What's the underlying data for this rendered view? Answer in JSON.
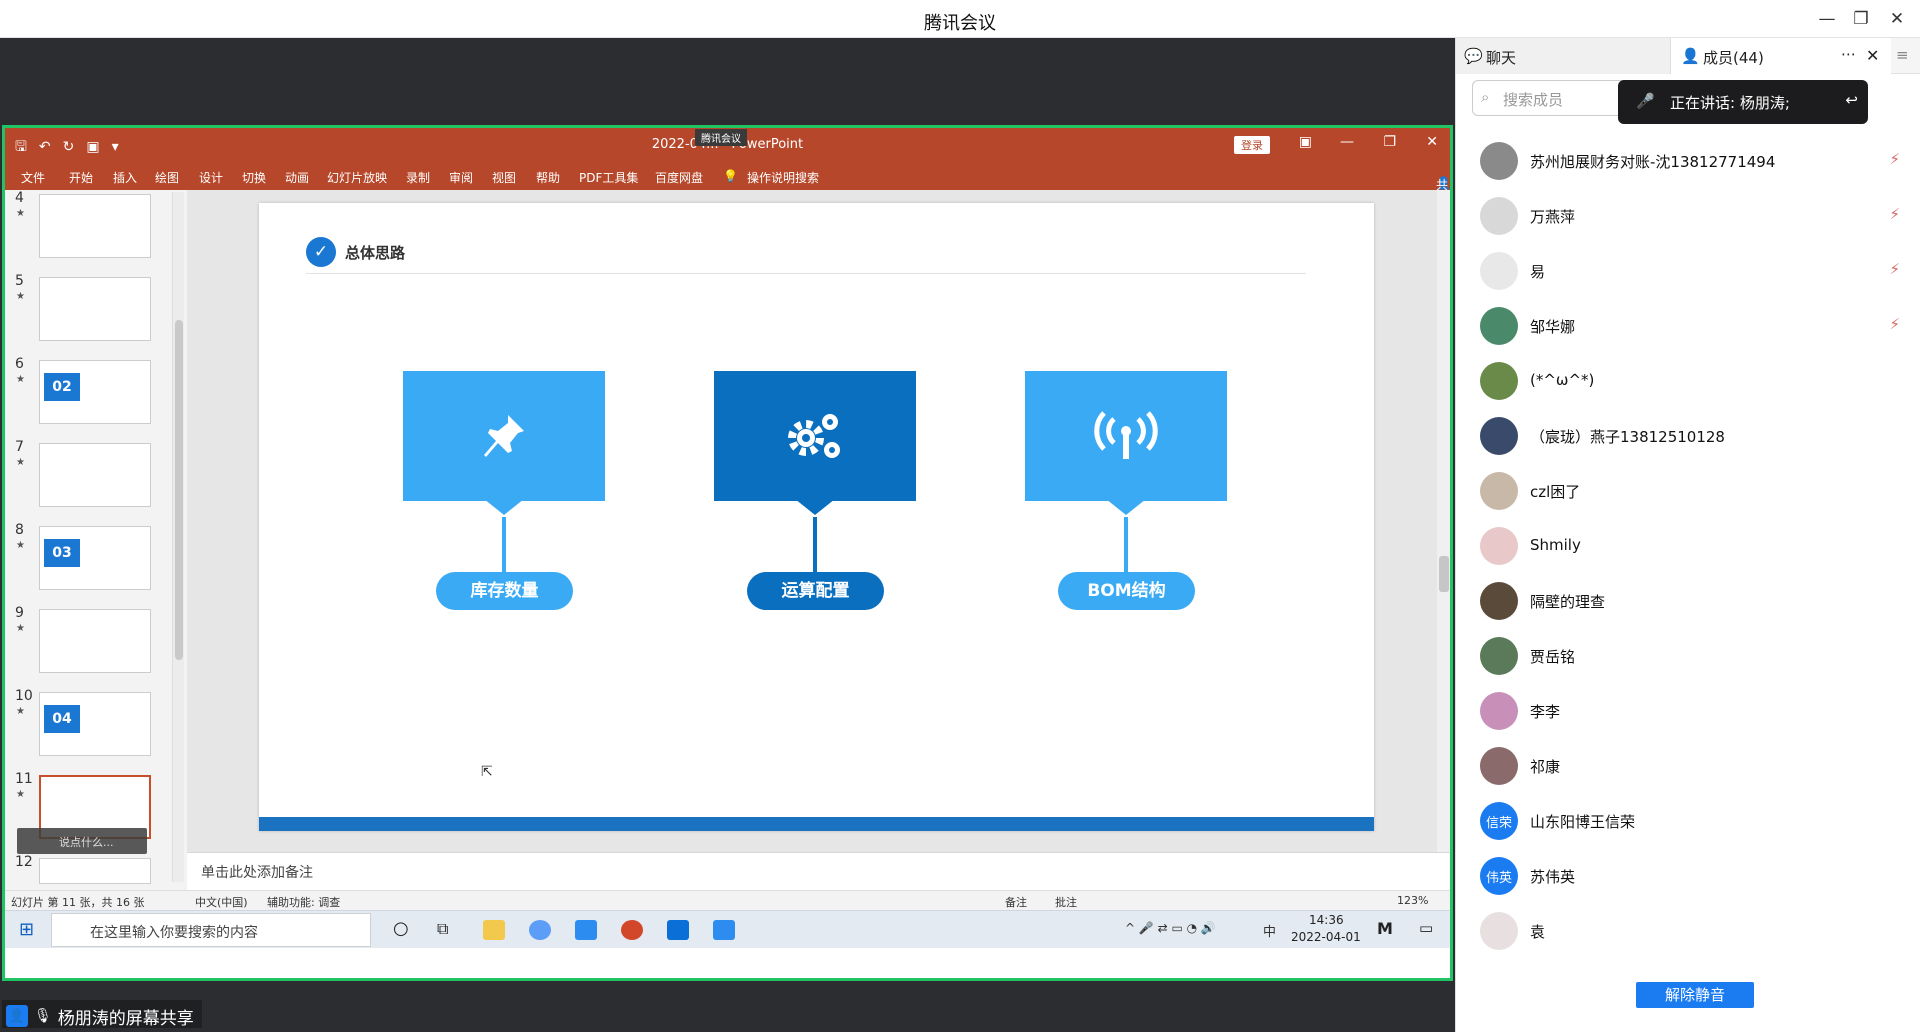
{
  "window": {
    "title": "腾讯会议",
    "minimize": "—",
    "restore": "❐",
    "close": "✕"
  },
  "ppt": {
    "doc_title": "2022-04... - PowerPoint",
    "overlay_label": "腾讯会议",
    "login": "登录",
    "share": "共享",
    "quick_icons": "🖫↶↻▣▾",
    "ribbon": [
      "文件",
      "开始",
      "插入",
      "绘图",
      "设计",
      "切换",
      "动画",
      "幻灯片放映",
      "录制",
      "审阅",
      "视图",
      "帮助",
      "PDF工具集",
      "百度网盘",
      "操作说明搜索"
    ]
  },
  "thumbnails": [
    {
      "num": "4",
      "star": "★"
    },
    {
      "num": "5",
      "star": "★"
    },
    {
      "num": "6",
      "star": "★",
      "label": "02"
    },
    {
      "num": "7",
      "star": "★"
    },
    {
      "num": "8",
      "star": "★",
      "label": "03"
    },
    {
      "num": "9",
      "star": "★"
    },
    {
      "num": "10",
      "star": "★",
      "label": "04"
    },
    {
      "num": "11",
      "star": "★"
    },
    {
      "num": "12",
      "star": ""
    }
  ],
  "chat_hint": "说点什么...",
  "slide": {
    "title": "总体思路",
    "check": "✓",
    "cards": [
      {
        "label": "库存数量",
        "icon": "pin-icon",
        "color": "#3aaaf5"
      },
      {
        "label": "运算配置",
        "icon": "gears-icon",
        "color": "#0a6fbe"
      },
      {
        "label": "BOM结构",
        "icon": "signal-icon",
        "color": "#3aaaf5"
      }
    ],
    "bar_color": "#1a72c1"
  },
  "notes": "单击此处添加备注",
  "status": {
    "slide_info": "幻灯片 第 11 张，共 16 张",
    "lang": "中文(中国)",
    "accessibility": "辅助功能: 调查",
    "notes_btn": "备注",
    "comments_btn": "批注",
    "zoom": "123%"
  },
  "taskbar": {
    "search_placeholder": "在这里输入你要搜索的内容",
    "time": "14:36",
    "date": "2022-04-01",
    "ime": "中"
  },
  "share_label": "杨朋涛的屏幕共享",
  "panel": {
    "tab_chat": "聊天",
    "tab_members": "成员(44)",
    "search_placeholder": "搜索成员",
    "speaking": "正在讲话: 杨朋涛;",
    "unmute": "解除静音",
    "members": [
      {
        "name": "苏州旭展财务对账-沈13812771494",
        "avatar_text": "",
        "color": "#8a8a8a",
        "muted": true
      },
      {
        "name": "万燕萍",
        "avatar_text": "",
        "color": "#d8d8d8",
        "muted": true
      },
      {
        "name": "易",
        "avatar_text": "",
        "color": "#e8e8e8",
        "muted": true
      },
      {
        "name": "邹华娜",
        "avatar_text": "",
        "color": "#4a8a6a",
        "muted": true
      },
      {
        "name": "(*^ω^*)",
        "avatar_text": "",
        "color": "#6a8a4a",
        "muted": false
      },
      {
        "name": "（宸珑）燕子13812510128",
        "avatar_text": "",
        "color": "#3a4a6a",
        "muted": false
      },
      {
        "name": "czl困了",
        "avatar_text": "",
        "color": "#c8b8a8",
        "muted": false
      },
      {
        "name": "Shmily",
        "avatar_text": "",
        "color": "#e8c8c8",
        "muted": false
      },
      {
        "name": "隔壁的理查",
        "avatar_text": "",
        "color": "#5a4a3a",
        "muted": false
      },
      {
        "name": "贾岳铭",
        "avatar_text": "",
        "color": "#5a7a5a",
        "muted": false
      },
      {
        "name": "李李",
        "avatar_text": "",
        "color": "#c890b8",
        "muted": false
      },
      {
        "name": "祁康",
        "avatar_text": "",
        "color": "#8a6a6a",
        "muted": false
      },
      {
        "name": "山东阳博王信荣",
        "avatar_text": "信荣",
        "color": "#1b7cf2",
        "muted": false
      },
      {
        "name": "苏伟英",
        "avatar_text": "伟英",
        "color": "#1b7cf2",
        "muted": false
      },
      {
        "name": "袁",
        "avatar_text": "",
        "color": "#e8e0e0",
        "muted": false
      }
    ]
  }
}
